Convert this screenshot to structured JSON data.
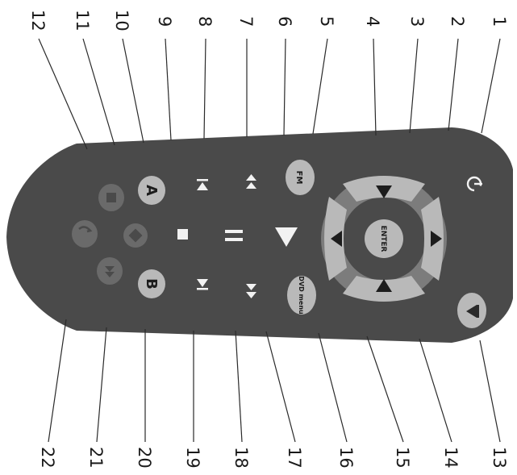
{
  "callouts": {
    "top": [
      "1",
      "2",
      "3",
      "4",
      "5",
      "6",
      "7",
      "8",
      "9",
      "10",
      "11",
      "12"
    ],
    "bottom": [
      "13",
      "14",
      "15",
      "16",
      "17",
      "18",
      "19",
      "20",
      "21",
      "22"
    ]
  },
  "buttons": {
    "fm_label": "FM",
    "dvd_menu_label": "DVD menu",
    "enter_label": "ENTER",
    "a_label": "A",
    "b_label": "B"
  },
  "icons": {
    "power": "power-icon",
    "eject": "eject-icon",
    "up": "arrow-up-icon",
    "down": "arrow-down-icon",
    "left": "arrow-left-icon",
    "right": "arrow-right-icon",
    "play": "play-icon",
    "pause": "pause-icon",
    "stop": "stop-icon",
    "fast_forward": "fast-forward-icon",
    "fast_rewind": "fast-rewind-icon",
    "prev": "previous-icon",
    "next": "next-icon"
  },
  "colors": {
    "remote_body": "#4a4a4a",
    "button_light": "#b9b9b9",
    "dpad_ring": "#7c7c7c",
    "button_dim": "#6a6a6a",
    "icon_white": "#f2f2f2"
  }
}
